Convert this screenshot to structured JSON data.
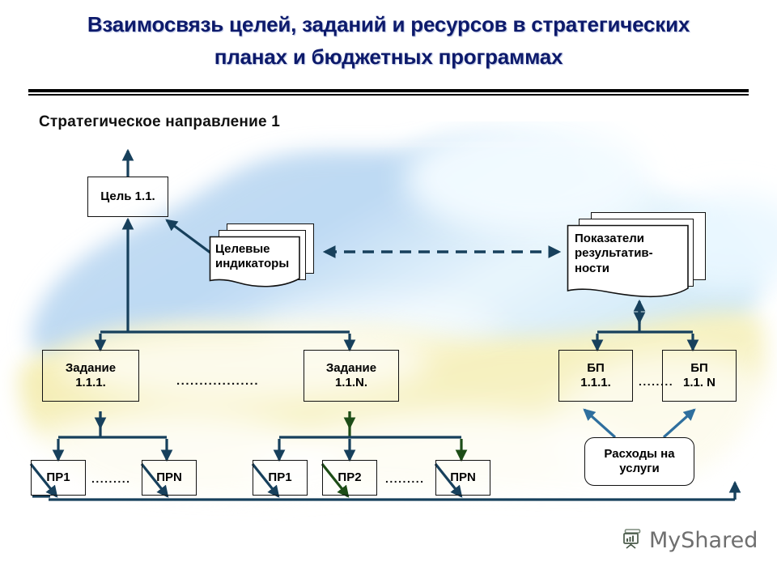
{
  "title": {
    "line1": "Взаимосвязь целей, заданий и ресурсов в стратегических",
    "line2": "планах и бюджетных программах",
    "color": "#0d1a6b"
  },
  "section": {
    "heading": "Стратегическое направление 1"
  },
  "nodes": {
    "goal": "Цель 1.1.",
    "target_indicators": "Целевые индикаторы",
    "performance_indicators": "Показатели результатив-\nности",
    "task_1": "Задание\n1.1.1.",
    "task_n": "Задание\n1.1.N.",
    "bp_1": "БП\n1.1.1.",
    "bp_n": "БП\n1.1. N",
    "cost": "Расходы на\nуслуги",
    "pr_a1": "ПР1",
    "pr_an": "ПРN",
    "pr_b1": "ПР1",
    "pr_b2": "ПР2",
    "pr_bn": "ПРN"
  },
  "ellipses": {
    "tasks": "..................",
    "bp": "........",
    "pr_a": ".........",
    "pr_b": "........."
  },
  "watermark": {
    "text": "MyShared",
    "icon": "presentation-board-icon"
  },
  "palette": {
    "wire_navy": "#17405c",
    "wire_steel": "#2f6f9e",
    "wire_green": "#1d4d17",
    "map_blue": "#bcd8f0",
    "map_yellow": "#f5efb8",
    "divider": "#000000"
  }
}
